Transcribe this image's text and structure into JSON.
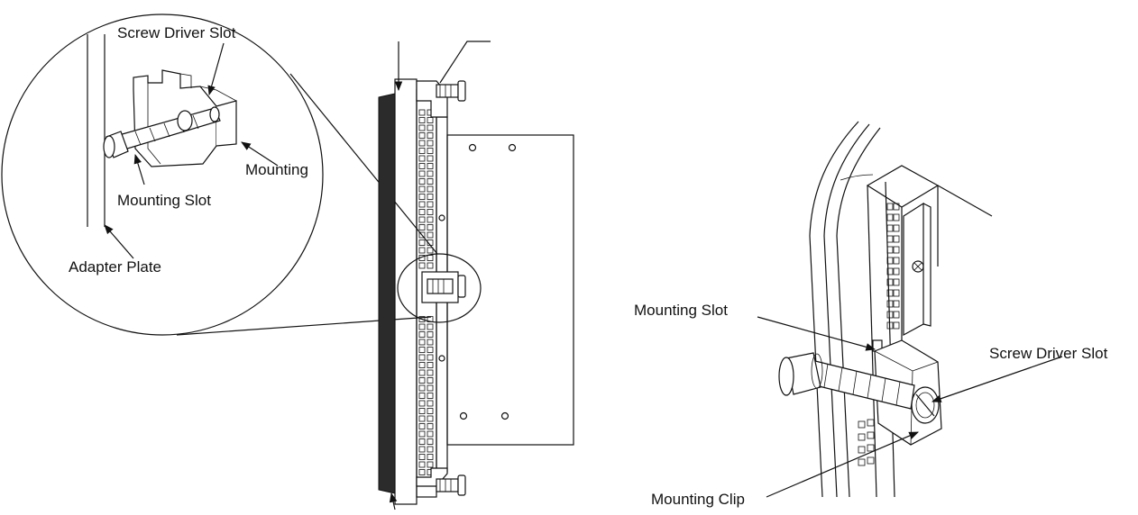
{
  "labels": {
    "screw_driver_slot_left": "Screw Driver Slot",
    "mounting_left": "Mounting",
    "mounting_slot_left": "Mounting Slot",
    "adapter_plate": "Adapter Plate",
    "mounting_slot_right": "Mounting Slot",
    "screw_driver_slot_right": "Screw Driver Slot",
    "mounting_clip": "Mounting Clip"
  },
  "colors": {
    "ink": "#111111",
    "gasket": "#2b2b2b",
    "background": "#ffffff"
  }
}
